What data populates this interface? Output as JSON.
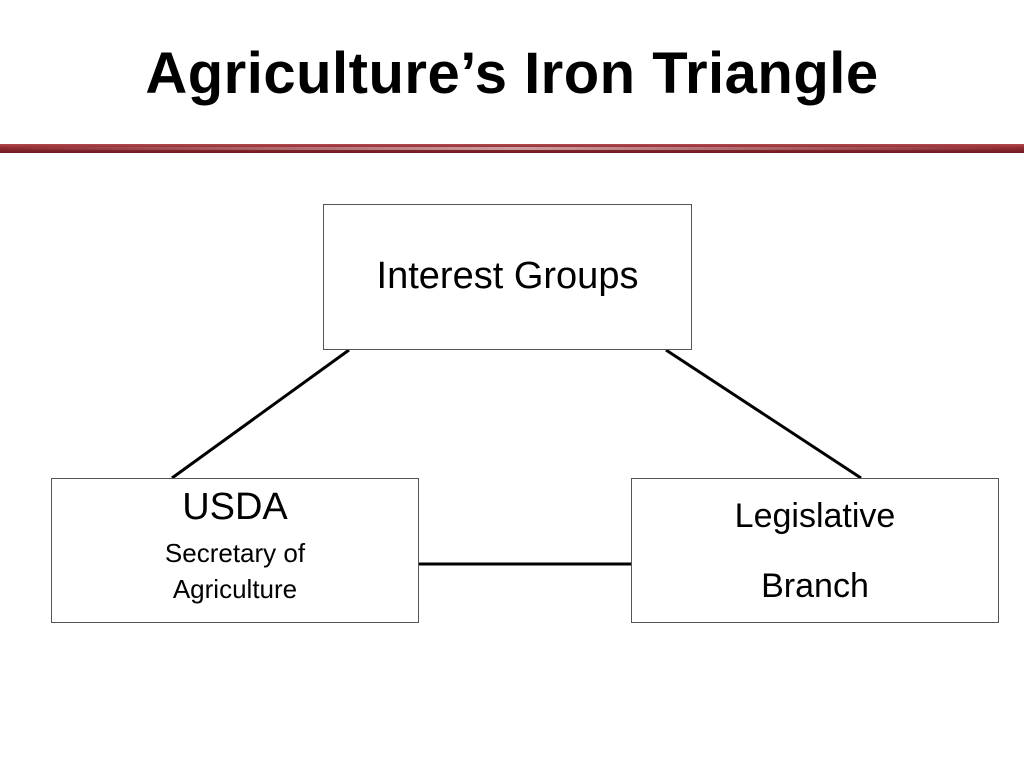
{
  "slide": {
    "title": "Agriculture’s Iron Triangle"
  },
  "diagram": {
    "top_node": {
      "label": "Interest Groups"
    },
    "left_node": {
      "label": "USDA",
      "sublabel_line1": "Secretary of",
      "sublabel_line2": "Agriculture"
    },
    "right_node": {
      "label_line1": "Legislative",
      "label_line2": "Branch"
    },
    "colors": {
      "divider": "#8e2a30",
      "box_border": "#555555",
      "connector": "#000000"
    }
  }
}
